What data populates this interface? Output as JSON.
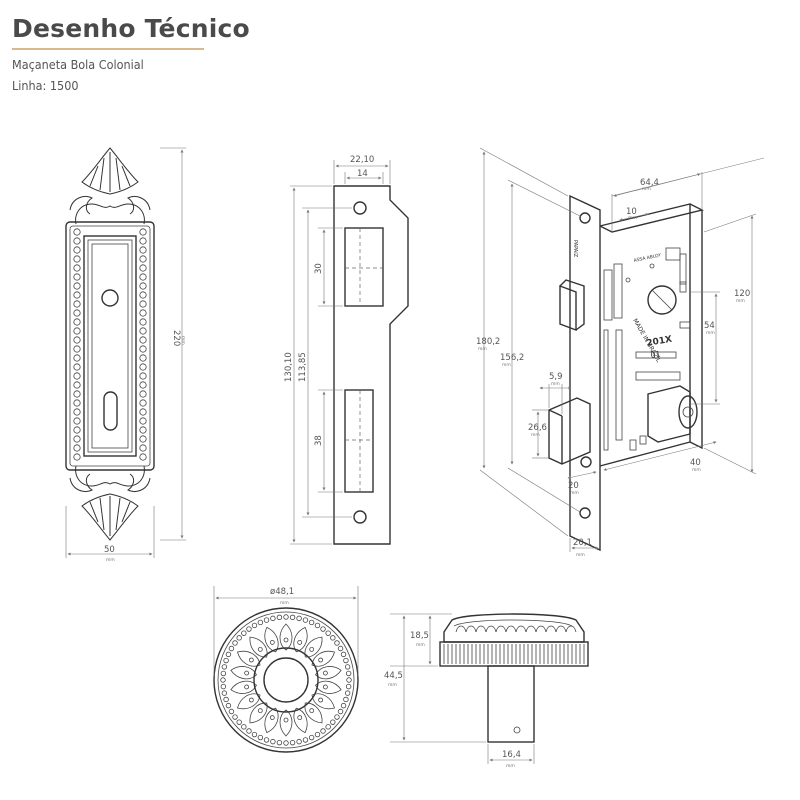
{
  "header": {
    "title": "Desenho Técnico",
    "subtitle_product": "Maçaneta Bola Colonial",
    "subtitle_line": "Linha: 1500"
  },
  "units": {
    "mm": "mm"
  },
  "dims": {
    "plate_height": "220",
    "plate_width": "50",
    "strike_width": "22,10",
    "strike_inner": "14",
    "strike_h1": "130,10",
    "strike_h2": "113,85",
    "strike_slot1": "30",
    "strike_slot2": "38",
    "lock_width": "64,4",
    "lock_top": "10",
    "lock_height": "180,2",
    "lock_h2": "156,2",
    "lock_120": "120",
    "lock_54": "54",
    "lock_59": "5,9",
    "lock_266": "26,6",
    "lock_20": "20",
    "lock_40": "40",
    "lock_201": "20,1",
    "rosette_dia": "ø48,1",
    "rosette_h": "18,5",
    "rosette_total": "44,5",
    "rosette_shaft": "16,4"
  },
  "lock_labels": {
    "made_in": "MADE IN BRAZIL",
    "model": "201X",
    "code": "01",
    "brand_top": "PAPAIZ",
    "brand_mark": "ASSA ABLOY"
  }
}
